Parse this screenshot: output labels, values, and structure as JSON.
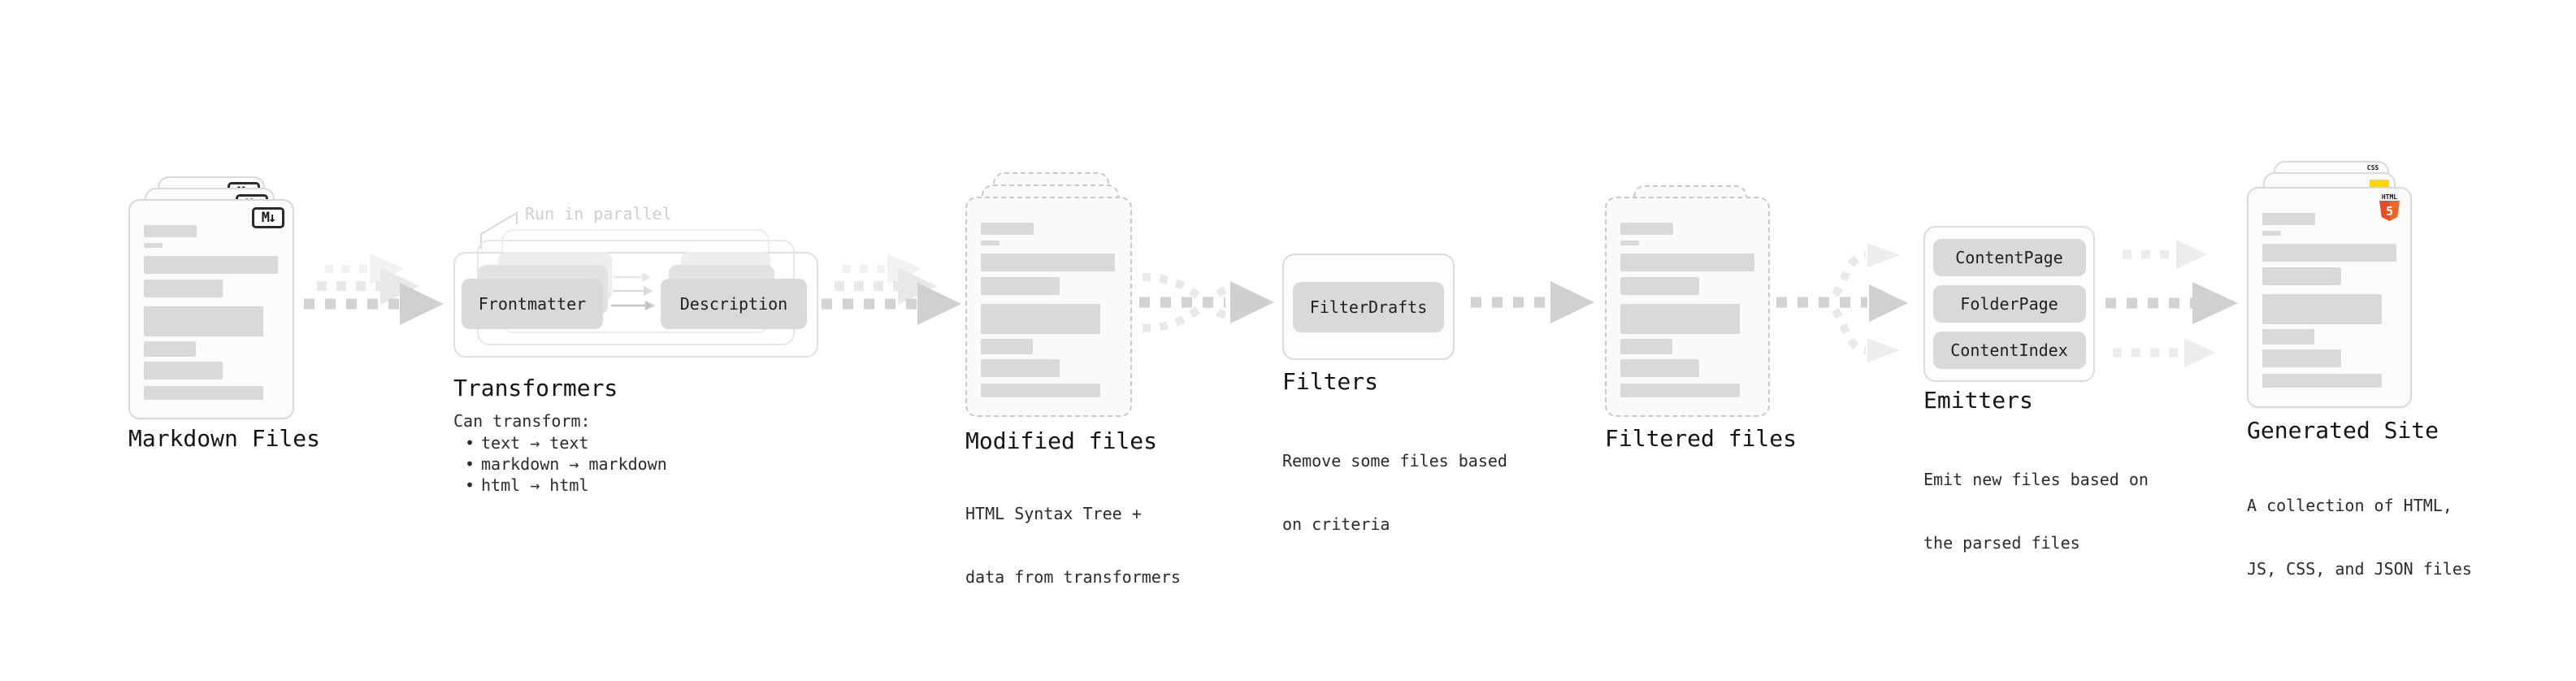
{
  "palette": {
    "background": "#ffffff",
    "card_fill": "#fbfbfb",
    "card_border": "#dadada",
    "dashed_border": "#c9c9c9",
    "skeleton_bar": "#d9d9d9",
    "node_fill": "#d9d9d9",
    "arrow_strong": "#d2d2d2",
    "arrow_soft": "#e9e9e9",
    "muted_text": "#cfcfcf",
    "html5_orange": "#e44d26",
    "js_yellow": "#ffd800",
    "css_blue": "#2965f1"
  },
  "stages": {
    "markdown_files": {
      "title": "Markdown Files",
      "badge": "M↓"
    },
    "transformers": {
      "title": "Transformers",
      "annotation": "Run in parallel",
      "node_from": "Frontmatter",
      "node_to": "Description",
      "caption_heading": "Can transform:",
      "bullets": [
        "text → text",
        "markdown → markdown",
        "html → html"
      ]
    },
    "modified_files": {
      "title": "Modified files",
      "caption_lines": [
        "HTML Syntax Tree +",
        "data from transformers"
      ]
    },
    "filters": {
      "title": "Filters",
      "node": "FilterDrafts",
      "caption_lines": [
        "Remove some files based",
        "on criteria"
      ]
    },
    "filtered_files": {
      "title": "Filtered files"
    },
    "emitters": {
      "title": "Emitters",
      "nodes": [
        "ContentPage",
        "FolderPage",
        "ContentIndex"
      ],
      "caption_lines": [
        "Emit new files based on",
        "the parsed files"
      ]
    },
    "generated_site": {
      "title": "Generated Site",
      "caption_lines": [
        "A collection of HTML,",
        "JS, CSS, and JSON files"
      ],
      "badges": {
        "css": "CSS",
        "html_label": "HTML",
        "html_number": "5"
      }
    }
  }
}
